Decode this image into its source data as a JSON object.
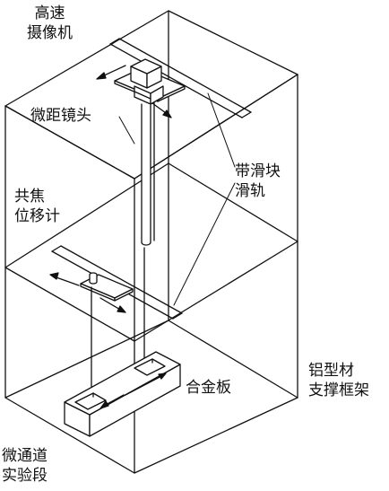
{
  "labels": {
    "high_speed_camera": [
      "高速",
      "摄像机"
    ],
    "macro_lens": "微距镜头",
    "slider_with_block": "带滑块",
    "slide_rail": "滑轨",
    "confocal_sensor": [
      "共焦",
      "位移计"
    ],
    "aluminum_frame": [
      "铝型材",
      "支撑框架"
    ],
    "alloy_plate": "合金板",
    "microchannel_section": [
      "微通道",
      "实验段"
    ]
  }
}
